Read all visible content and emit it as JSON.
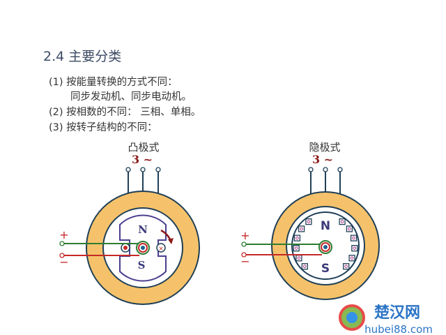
{
  "title": "2.4  主要分类",
  "items": [
    {
      "num": "(1)",
      "text": "按能量转换的方式不同：",
      "sub": "同步发动机、同步电动机。"
    },
    {
      "num": "(2)",
      "text": "按相数的不同：  三相、单相。"
    },
    {
      "num": "(3)",
      "text": "按转子结构的不同："
    }
  ],
  "diagrams": [
    {
      "label": "凸极式",
      "supply": "3 ~",
      "north": "N",
      "south": "S",
      "plus": "+",
      "minus": "−"
    },
    {
      "label": "隐极式",
      "supply": "3 ~",
      "north": "N",
      "south": "S",
      "plus": "+",
      "minus": "−"
    }
  ],
  "watermark": {
    "brand": "楚汉网",
    "url": "hubei88.com"
  },
  "colors": {
    "stator": "#f5c26b",
    "outline": "#1f3f57",
    "rotor": "#4a3f8f",
    "plus_wire": "#2e7d32",
    "minus_wire": "#c62828",
    "supply": "#8b1a1a"
  }
}
